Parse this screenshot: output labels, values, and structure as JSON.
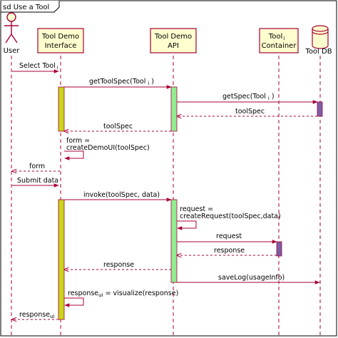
{
  "frame": {
    "title": "sd Use a Tool"
  },
  "participants": [
    {
      "id": "user",
      "name": "User",
      "kind": "actor"
    },
    {
      "id": "ui",
      "line1": "Tool Demo",
      "line2": "Interface",
      "kind": "box"
    },
    {
      "id": "api",
      "line1": "Tool Demo",
      "line2": "API",
      "kind": "box"
    },
    {
      "id": "container",
      "line1": "Tool",
      "line1_sub": "i",
      "line2": "Container",
      "kind": "box"
    },
    {
      "id": "db",
      "name": "Tool DB",
      "kind": "database"
    }
  ],
  "messages": [
    {
      "from": "user",
      "to": "ui",
      "text": "Select Tool",
      "sub": "i",
      "style": "solid"
    },
    {
      "from": "ui",
      "to": "api",
      "text": "getToolSpec(Tool",
      "sub": "i",
      "text_after": ")",
      "style": "solid"
    },
    {
      "from": "api",
      "to": "db",
      "text": "getSpec(Tool",
      "sub": "i",
      "text_after": ")",
      "style": "solid"
    },
    {
      "from": "db",
      "to": "api",
      "text": "toolSpec",
      "style": "dashed"
    },
    {
      "from": "api",
      "to": "ui",
      "text": "toolSpec",
      "style": "dashed"
    },
    {
      "from": "ui",
      "to": "ui",
      "line1": "form =",
      "line2": "createDemoUI(toolSpec)",
      "style": "self"
    },
    {
      "from": "ui",
      "to": "user",
      "text": "form",
      "style": "dashed"
    },
    {
      "from": "user",
      "to": "ui",
      "text": "Submit data",
      "style": "solid"
    },
    {
      "from": "ui",
      "to": "api",
      "text": "invoke(toolSpec, data)",
      "style": "solid"
    },
    {
      "from": "api",
      "to": "api",
      "line1": "request =",
      "line2": "createRequest(toolSpec,data)",
      "style": "self"
    },
    {
      "from": "api",
      "to": "container",
      "text": "request",
      "style": "solid"
    },
    {
      "from": "container",
      "to": "api",
      "text": "response",
      "style": "dashed"
    },
    {
      "from": "api",
      "to": "ui",
      "text": "response",
      "style": "dashed"
    },
    {
      "from": "api",
      "to": "db",
      "text": "saveLog(usageInfo)",
      "style": "solid"
    },
    {
      "from": "ui",
      "to": "ui",
      "text_pre": "response",
      "sub": "ui",
      "text": " = visualize(response)",
      "style": "self"
    },
    {
      "from": "ui",
      "to": "user",
      "text": "response",
      "sub": "ui",
      "style": "dashed"
    }
  ],
  "colors": {
    "arrow": "#a80036",
    "participant_fill": "#fefece",
    "participant_border": "#a80036",
    "activation_ui": "#c8d61a",
    "activation_api": "#90ee90",
    "activation_small": "#7b5ea7",
    "lifeline": "#a80036"
  }
}
